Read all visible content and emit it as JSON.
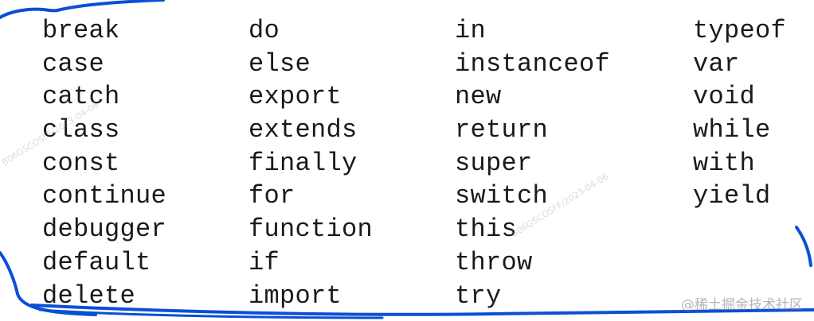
{
  "columns": [
    [
      "break",
      "case",
      "catch",
      "class",
      "const",
      "continue",
      "debugger",
      "default",
      "delete"
    ],
    [
      "do",
      "else",
      "export",
      "extends",
      "finally",
      "for",
      "function",
      "if",
      "import"
    ],
    [
      "in",
      "instanceof",
      "new",
      "return",
      "super",
      "switch",
      "this",
      "throw",
      "try"
    ],
    [
      "typeof",
      "var",
      "void",
      "while",
      "with",
      "yield"
    ]
  ],
  "watermarks": [
    "B06GSCOSFF/2023-04-06",
    "B06GSCOSFF/2023-04-06"
  ],
  "site_mark": "@稀土掘金技术社区",
  "annotation_color": "#0a4fd6"
}
